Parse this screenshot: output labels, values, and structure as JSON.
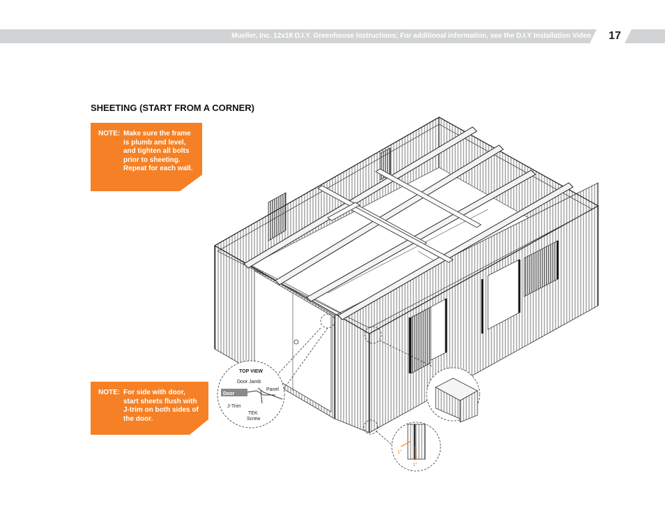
{
  "header": {
    "title": "Mueller, Inc. 12x18 D.I.Y. Greenhouse Instructions; For additional information, see the D.I.Y Installation Video",
    "page_number": "17"
  },
  "section": {
    "title": "SHEETING (START FROM A CORNER)"
  },
  "notes": [
    {
      "label": "NOTE:",
      "text": "Make sure the frame is plumb and level, and tighten all bolts prior to sheeting. Repeat for each wall."
    },
    {
      "label": "NOTE:",
      "text": "For side with door, start sheets flush with J-trim on both sides of the door."
    }
  ],
  "diagram": {
    "top_view_label": "TOP VIEW",
    "door_jamb_label": "Door Jamb",
    "panel_label": "Panel",
    "door_label": "Door",
    "jtrim_label": "J-Trim",
    "tek_label": "TEK",
    "screw_label": "Screw",
    "dim_left": "1\"",
    "dim_right": "1\""
  },
  "colors": {
    "accent": "#f58025",
    "header_bar": "#d1d3d4",
    "door_fill": "#8a8a8a"
  }
}
